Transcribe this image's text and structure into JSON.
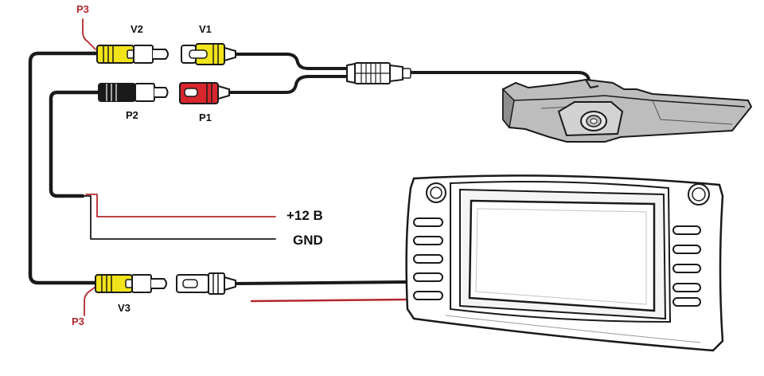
{
  "labels": {
    "p3_top": "P3",
    "v2": "V2",
    "v1": "V1",
    "p2": "P2",
    "p1": "P1",
    "plus12": "+12 B",
    "gnd": "GND",
    "v3": "V3",
    "p3_bottom": "P3"
  },
  "icons": {
    "camera": "rear-camera-icon",
    "head_unit": "car-head-unit-icon",
    "rca_plug": "rca-plug-icon",
    "rca_socket": "rca-socket-icon",
    "multi_connector": "multi-pin-connector-icon"
  },
  "colors": {
    "wire": "#1a1a1a",
    "power_wire": "#b3282d",
    "yellow_rca": "#f2e41a",
    "red_rca": "#d7262d",
    "black_rca": "#1a1a1a",
    "camera_body": "#b9b9b9"
  }
}
